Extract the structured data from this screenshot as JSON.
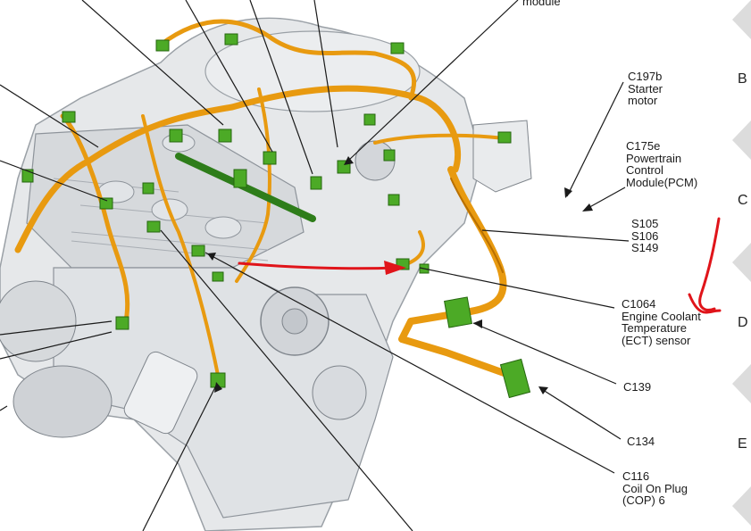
{
  "labels": {
    "module_fragment": "module",
    "c197b": [
      "C197b",
      "Starter",
      "motor"
    ],
    "c175e": [
      "C175e",
      "Powertrain",
      "Control",
      "Module(PCM)"
    ],
    "s_splices": [
      "S105",
      "S106",
      "S149"
    ],
    "c1064": [
      "C1064",
      "Engine Coolant",
      "Temperature",
      "(ECT) sensor"
    ],
    "c139": "C139",
    "c134": "C134",
    "c116": [
      "C116",
      "Coil On Plug",
      "(COP) 6"
    ]
  },
  "grid_letters": [
    "B",
    "C",
    "D",
    "E"
  ],
  "colors": {
    "harness": "#e89a10",
    "harness_dark": "#b86f00",
    "connector": "#4caa26",
    "engine": "#e4e6e8",
    "annotation": "#e0141a"
  }
}
